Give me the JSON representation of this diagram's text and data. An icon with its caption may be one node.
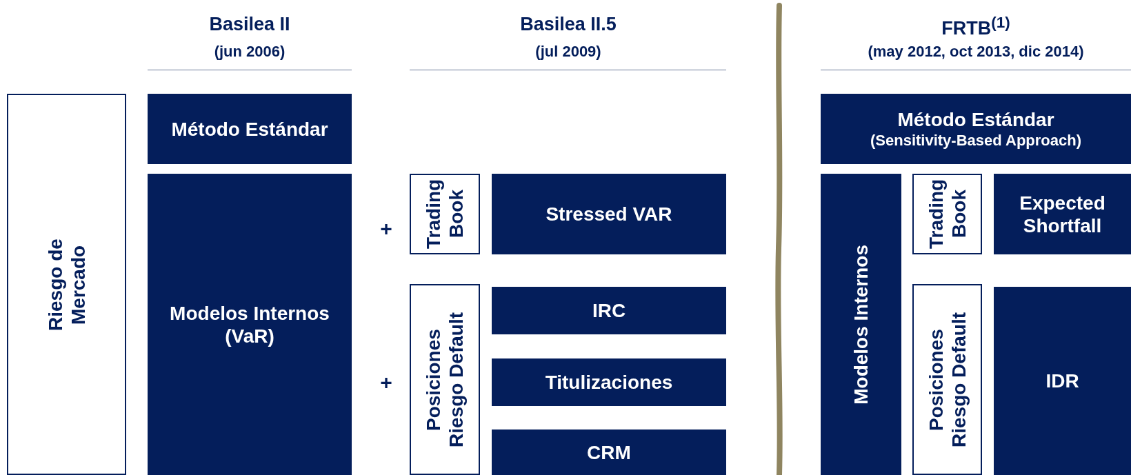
{
  "diagram": {
    "nodes": [
      {
        "text": [
          "Riesgo de Mercado"
        ]
      },
      {
        "text": [
          "Método Estándar"
        ]
      },
      {
        "text": [
          "Modelos Internos (VaR)"
        ]
      },
      {
        "text": [
          "Trading Book"
        ]
      },
      {
        "text": [
          "Stressed VAR"
        ]
      },
      {
        "text": [
          "Posiciones Riesgo Default"
        ]
      },
      {
        "text": [
          "IRC"
        ]
      },
      {
        "text": [
          "Titulizaciones"
        ]
      },
      {
        "text": [
          "CRM"
        ]
      },
      {
        "text": [
          "Método Estándar",
          "(Sensitivity-Based Approach)"
        ]
      },
      {
        "text": [
          "Modelos Internos"
        ]
      },
      {
        "text": [
          "Trading Book"
        ]
      },
      {
        "text": [
          "Expected Shortfall"
        ]
      },
      {
        "text": [
          "Posiciones Riesgo Default"
        ]
      },
      {
        "text": [
          "IDR"
        ]
      }
    ],
    "labels": [
      "Basilea II",
      "(jun 2006)",
      "Basilea II.5",
      "(jul 2009)",
      "FRTB$^{(1)}$",
      "(may 2012, oct 2013, dic 2014)",
      "+",
      "+"
    ]
  }
}
